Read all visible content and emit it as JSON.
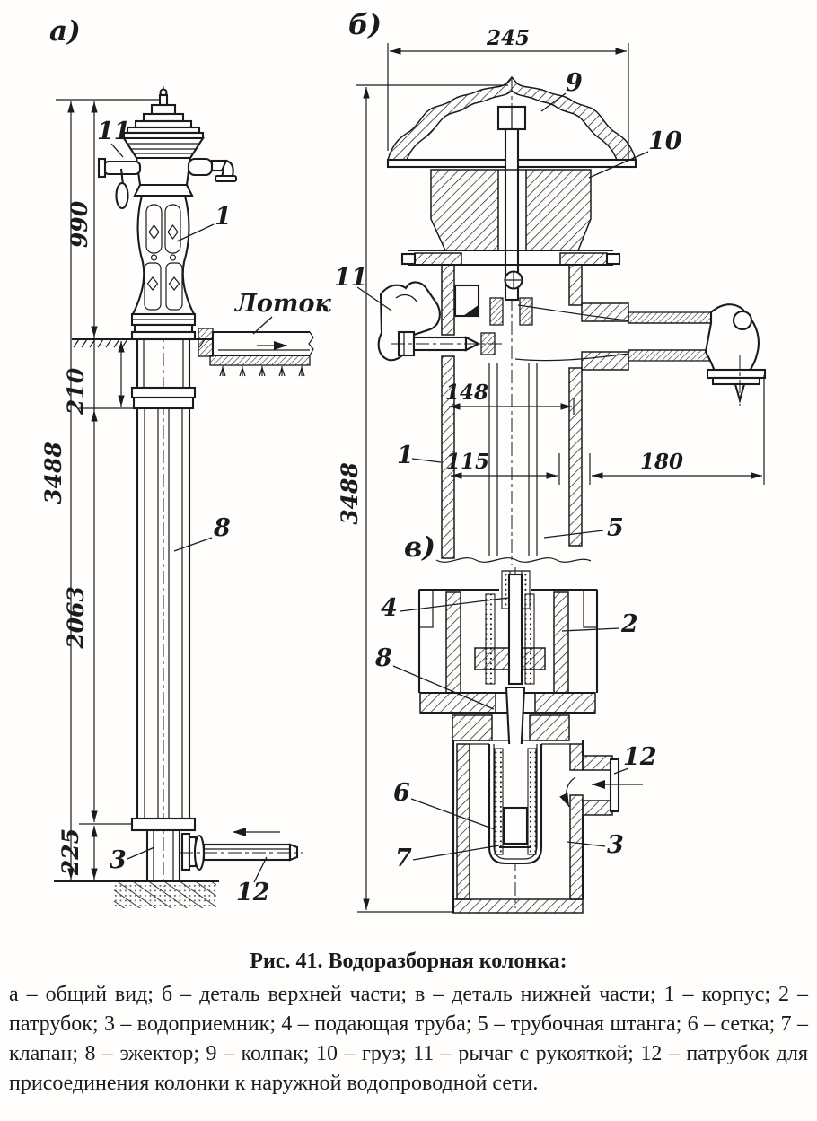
{
  "figure_caption": {
    "title": "Рис. 41. Водоразборная колонка:",
    "body": "а – общий вид; б – деталь верхней части; в – деталь нижней части; 1 – корпус; 2 – патрубок; 3 – водоприемник; 4 – подающая труба; 5 – трубочная штанга; 6 – сетка; 7 – клапан; 8 – эжектор; 9 – колпак; 10 – груз; 11 – рычаг с рукояткой; 12 – патрубок для присоединения колонки к наружной водопроводной сети."
  },
  "view_a": {
    "label": "а)",
    "trough_label": "Лоток",
    "dim_990": "990",
    "dim_210": "210",
    "dim_3488": "3488",
    "dim_2063": "2063",
    "dim_225": "225",
    "ref_11": "11",
    "ref_1": "1",
    "ref_8": "8",
    "ref_3": "3",
    "ref_12": "12"
  },
  "view_b": {
    "label": "б)",
    "dim_245": "245",
    "dim_3488": "3488",
    "dim_148": "148",
    "dim_115": "115",
    "dim_180": "180",
    "ref_9": "9",
    "ref_10": "10",
    "ref_11": "11",
    "ref_1": "1",
    "ref_5": "5"
  },
  "view_v": {
    "label": "в)",
    "ref_4": "4",
    "ref_2": "2",
    "ref_8": "8",
    "ref_6": "6",
    "ref_7": "7",
    "ref_3": "3",
    "ref_12": "12"
  },
  "colors": {
    "ink": "#1b1b1b",
    "paper": "#fffefc"
  }
}
